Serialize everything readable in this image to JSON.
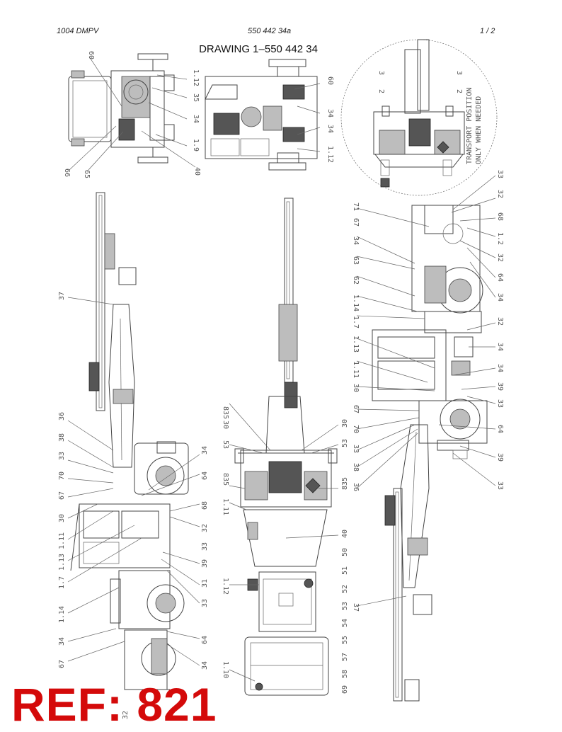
{
  "header": {
    "left": "1004 DMPV",
    "center": "550 442 34a",
    "right": "1 /  2"
  },
  "title": "DRAWING 1–550 442 34",
  "ref_stamp": "REF: 821",
  "transport_note_line1": "TRANSPORT POSITION",
  "transport_note_line2": "ONLY WHEN NEEDED",
  "callouts": [
    {
      "label": "60"
    },
    {
      "label": "35"
    },
    {
      "label": "34"
    },
    {
      "label": "1.12"
    },
    {
      "label": "1.9"
    },
    {
      "label": "40"
    },
    {
      "label": "65"
    },
    {
      "label": "66"
    },
    {
      "label": "60"
    },
    {
      "label": "34"
    },
    {
      "label": "34"
    },
    {
      "label": "1.12"
    },
    {
      "label": "2"
    },
    {
      "label": "3"
    },
    {
      "label": "2"
    },
    {
      "label": "3"
    },
    {
      "label": "37"
    },
    {
      "label": "36"
    },
    {
      "label": "38"
    },
    {
      "label": "33"
    },
    {
      "label": "70"
    },
    {
      "label": "67"
    },
    {
      "label": "30"
    },
    {
      "label": "1.11"
    },
    {
      "label": "1.13"
    },
    {
      "label": "1.7"
    },
    {
      "label": "1.14"
    },
    {
      "label": "34"
    },
    {
      "label": "67"
    },
    {
      "label": "32"
    },
    {
      "label": "34"
    },
    {
      "label": "64"
    },
    {
      "label": "68"
    },
    {
      "label": "32"
    },
    {
      "label": "33"
    },
    {
      "label": "39"
    },
    {
      "label": "31"
    },
    {
      "label": "33"
    },
    {
      "label": "64"
    },
    {
      "label": "34"
    },
    {
      "label": "32"
    },
    {
      "label": "835"
    },
    {
      "label": "30"
    },
    {
      "label": "53"
    },
    {
      "label": "835"
    },
    {
      "label": "1.11"
    },
    {
      "label": "1.12"
    },
    {
      "label": "1.10"
    },
    {
      "label": "30"
    },
    {
      "label": "53"
    },
    {
      "label": "835"
    },
    {
      "label": "40"
    },
    {
      "label": "50"
    },
    {
      "label": "51"
    },
    {
      "label": "52"
    },
    {
      "label": "53"
    },
    {
      "label": "54"
    },
    {
      "label": "55"
    },
    {
      "label": "57"
    },
    {
      "label": "58"
    },
    {
      "label": "69"
    },
    {
      "label": "71"
    },
    {
      "label": "67"
    },
    {
      "label": "34"
    },
    {
      "label": "63"
    },
    {
      "label": "62"
    },
    {
      "label": "1.14"
    },
    {
      "label": "1.7"
    },
    {
      "label": "1.13"
    },
    {
      "label": "1.11"
    },
    {
      "label": "30"
    },
    {
      "label": "67"
    },
    {
      "label": "70"
    },
    {
      "label": "33"
    },
    {
      "label": "38"
    },
    {
      "label": "36"
    },
    {
      "label": "37"
    },
    {
      "label": "33"
    },
    {
      "label": "32"
    },
    {
      "label": "68"
    },
    {
      "label": "1.2"
    },
    {
      "label": "32"
    },
    {
      "label": "64"
    },
    {
      "label": "34"
    },
    {
      "label": "32"
    },
    {
      "label": "34"
    },
    {
      "label": "34"
    },
    {
      "label": "39"
    },
    {
      "label": "33"
    },
    {
      "label": "64"
    },
    {
      "label": "39"
    },
    {
      "label": "33"
    }
  ]
}
